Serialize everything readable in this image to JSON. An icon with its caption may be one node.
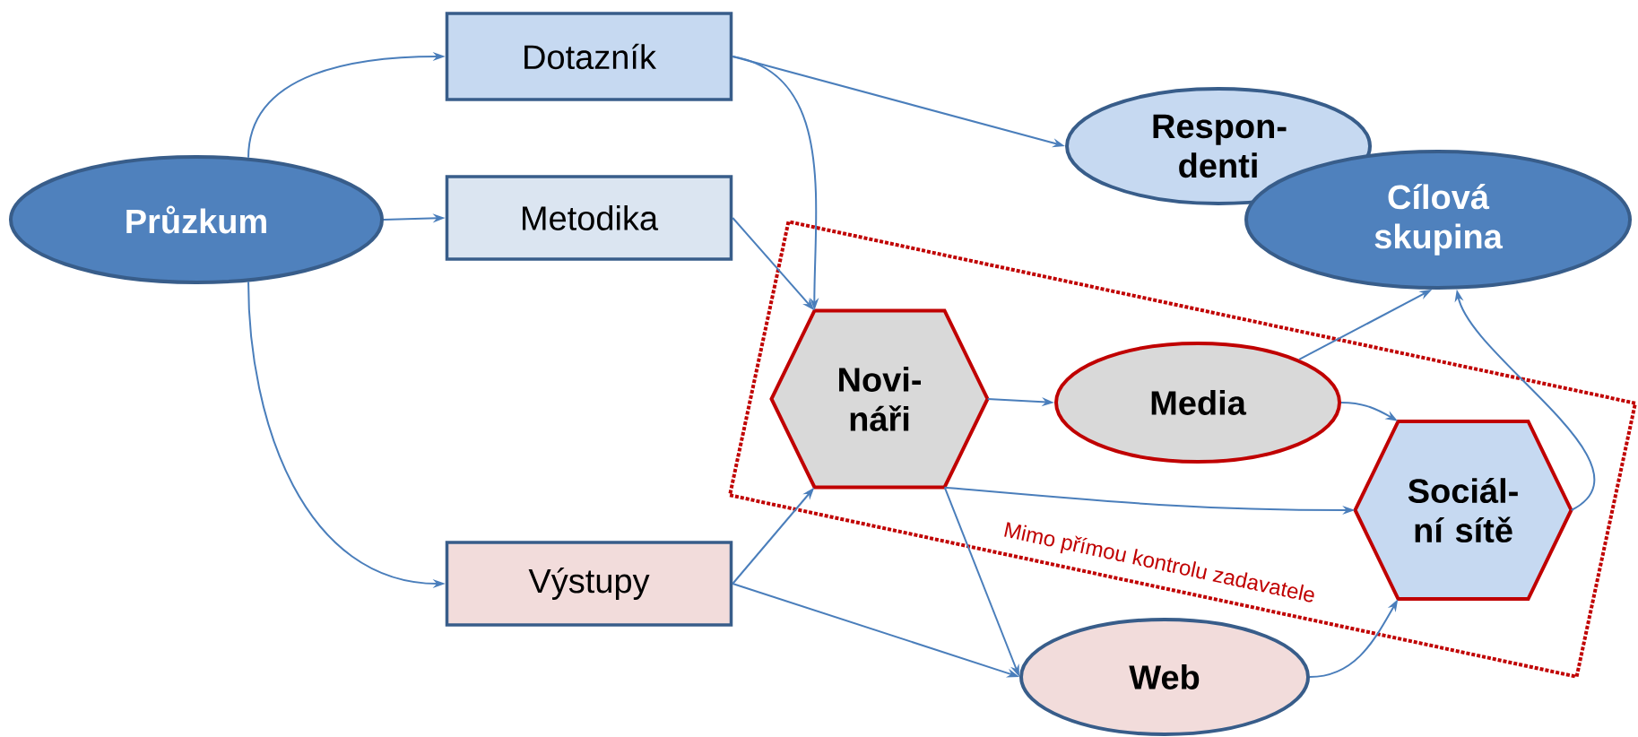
{
  "diagram": {
    "nodes": [
      {
        "text": [
          "Průzkum"
        ]
      },
      {
        "text": [
          "Dotazník"
        ]
      },
      {
        "text": [
          "Metodika"
        ]
      },
      {
        "text": [
          "Výstupy"
        ]
      },
      {
        "text": [
          "Respon- denti"
        ]
      },
      {
        "text": [
          "Cílová skupina"
        ]
      },
      {
        "text": [
          "Mimo přímou kontrolu zadavatele"
        ]
      },
      {
        "text": [
          "Novi- náři"
        ],
        "in": 6
      },
      {
        "text": [
          "Media"
        ],
        "in": 6
      },
      {
        "text": [
          "Sociál- ní sítě"
        ],
        "in": 6
      },
      {
        "text": [
          "Web"
        ]
      }
    ],
    "edges": [
      {
        "from": 0,
        "to": 1,
        "arrow": "to"
      },
      {
        "from": 0,
        "to": 2,
        "arrow": "to"
      },
      {
        "from": 0,
        "to": 3,
        "arrow": "to"
      },
      {
        "from": 1,
        "to": 4,
        "arrow": "to"
      },
      {
        "from": 1,
        "to": 7,
        "arrow": "to"
      },
      {
        "from": 2,
        "to": 7,
        "arrow": "to"
      },
      {
        "from": 3,
        "to": 7,
        "arrow": "to"
      },
      {
        "from": 3,
        "to": 10,
        "arrow": "to"
      },
      {
        "from": 7,
        "to": 8,
        "arrow": "to"
      },
      {
        "from": 7,
        "to": 9,
        "arrow": "to"
      },
      {
        "from": 7,
        "to": 10,
        "arrow": "to"
      },
      {
        "from": 8,
        "to": 5,
        "arrow": "to"
      },
      {
        "from": 8,
        "to": 9,
        "arrow": "to"
      },
      {
        "from": 10,
        "to": 9,
        "arrow": "to"
      },
      {
        "from": 9,
        "to": 5,
        "arrow": "to"
      }
    ]
  }
}
